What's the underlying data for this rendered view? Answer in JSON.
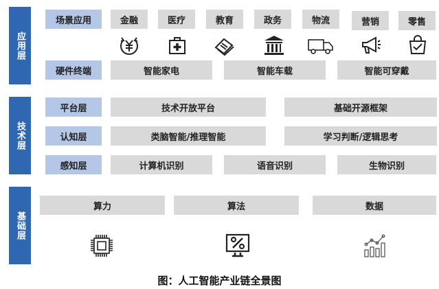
{
  "layers": {
    "application": "应用层",
    "technology": "技术层",
    "foundation": "基础层"
  },
  "application": {
    "scene_label": "场景应用",
    "scenes": [
      "金融",
      "医疗",
      "教育",
      "政务",
      "物流",
      "营销",
      "零售"
    ],
    "scene_icons": [
      "yuan-coin-icon",
      "medical-kit-icon",
      "book-icon",
      "government-building-icon",
      "delivery-truck-icon",
      "megaphone-icon",
      "shopping-bag-icon"
    ],
    "hardware_label": "硬件终端",
    "hardware": [
      "智能家电",
      "智能车载",
      "智能可穿戴"
    ]
  },
  "technology": {
    "platform_label": "平台层",
    "platform": [
      "技术开放平台",
      "基础开源框架"
    ],
    "cognition_label": "认知层",
    "cognition": [
      "类脑智能/推理智能",
      "学习判断/逻辑思考"
    ],
    "perception_label": "感知层",
    "perception": [
      "计算机识别",
      "语音识别",
      "生物识别"
    ]
  },
  "foundation": {
    "items": [
      "算力",
      "算法",
      "数据"
    ],
    "icons": [
      "chip-icon",
      "percent-monitor-icon",
      "data-chart-icon"
    ]
  },
  "caption": "图：人工智能产业链全景图",
  "colors": {
    "layer": "#2f67b1",
    "blue_box": "#b4c7e7",
    "grey_box": "#d9d9d9"
  }
}
